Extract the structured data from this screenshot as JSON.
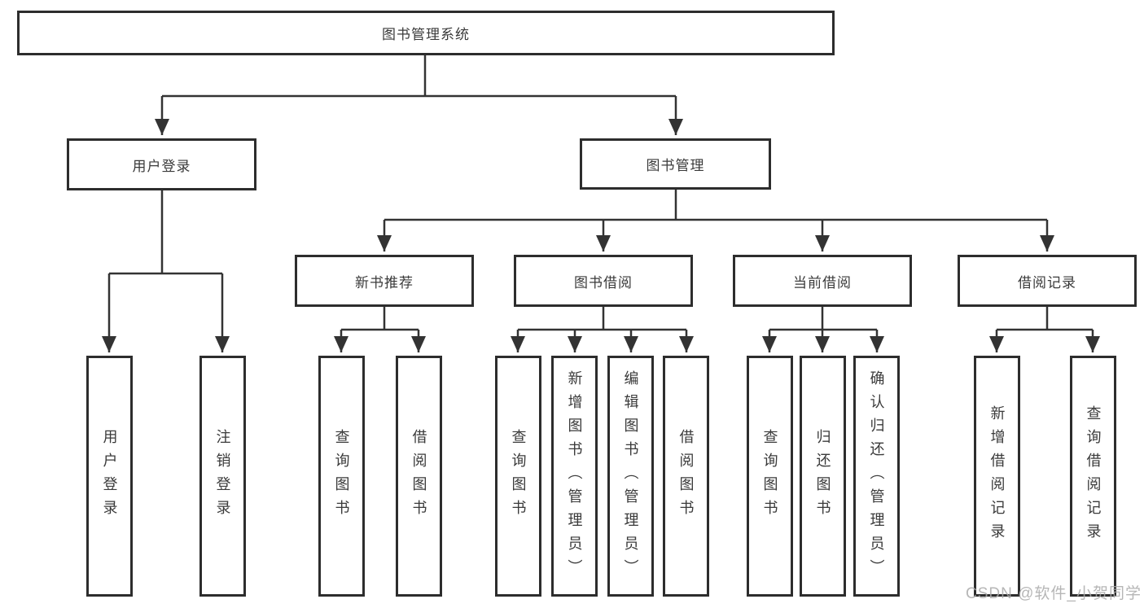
{
  "tree": {
    "label": "图书管理系统",
    "children": [
      {
        "label": "用户登录",
        "children": [
          {
            "label": "用户登录"
          },
          {
            "label": "注销登录"
          }
        ]
      },
      {
        "label": "图书管理",
        "children": [
          {
            "label": "新书推荐",
            "children": [
              {
                "label": "查询图书"
              },
              {
                "label": "借阅图书"
              }
            ]
          },
          {
            "label": "图书借阅",
            "children": [
              {
                "label": "查询图书"
              },
              {
                "label": "新增图书（管理员）"
              },
              {
                "label": "编辑图书（管理员）"
              },
              {
                "label": "借阅图书"
              }
            ]
          },
          {
            "label": "当前借阅",
            "children": [
              {
                "label": "查询图书"
              },
              {
                "label": "归还图书"
              },
              {
                "label": "确认归还（管理员）"
              }
            ]
          },
          {
            "label": "借阅记录",
            "children": [
              {
                "label": "新增借阅记录"
              },
              {
                "label": "查询借阅记录"
              }
            ]
          }
        ]
      }
    ]
  },
  "watermark": "CSDN @软件_小贺同学",
  "colors": {
    "line": "#333333",
    "box_border": "#2d2d2d",
    "text": "#3a3a3a",
    "background": "#ffffff",
    "watermark": "#aaaaaa"
  }
}
